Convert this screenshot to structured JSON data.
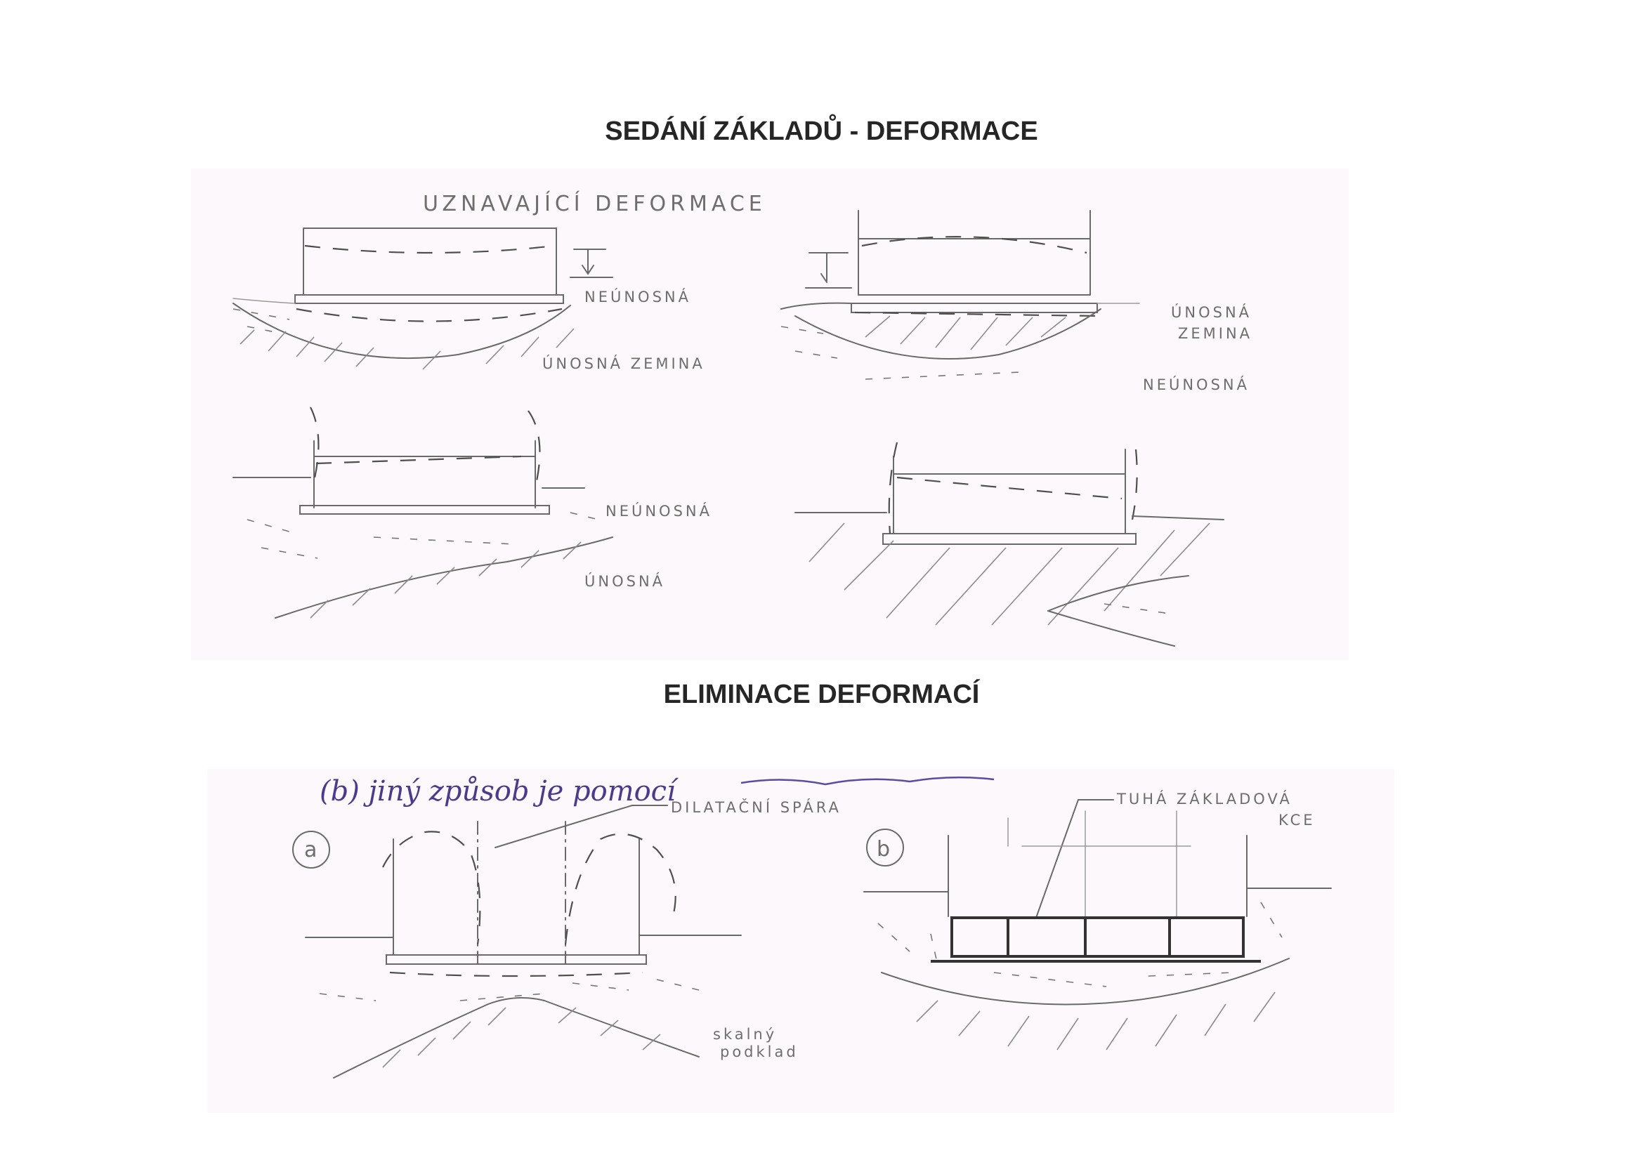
{
  "headings": {
    "top": "SEDÁNÍ ZÁKLADŮ   -  DEFORMACE",
    "bottom": "ELIMINACE  DEFORMACÍ"
  },
  "top_sketch": {
    "caption": "UZNAVAJÍCÍ DEFORMACE",
    "d1": {
      "weak": "NEÚNOSNÁ",
      "strong": "ÚNOSNÁ ZEMINA"
    },
    "d2": {
      "strong_line1": "ÚNOSNÁ",
      "strong_line2": "ZEMINA",
      "weak": "NEÚNOSNÁ"
    },
    "d3": {
      "weak": "NEÚNOSNÁ",
      "strong": "ÚNOSNÁ"
    }
  },
  "bottom_sketch": {
    "note": "(b) jiný způsob je pomocí",
    "joint_label": "DILATAČNÍ SPÁRA",
    "marker_a": "a",
    "marker_b": "b",
    "rock_label_line1": "skalný",
    "rock_label_line2": "podklad",
    "rigid_line1": "TUHÁ  ZÁKLADOVÁ",
    "rigid_line2": "KCE"
  },
  "colors": {
    "paper": "#fdf8fb",
    "pencil": "#6a6a6a",
    "ink": "#4c3a8a",
    "heading": "#262626"
  }
}
